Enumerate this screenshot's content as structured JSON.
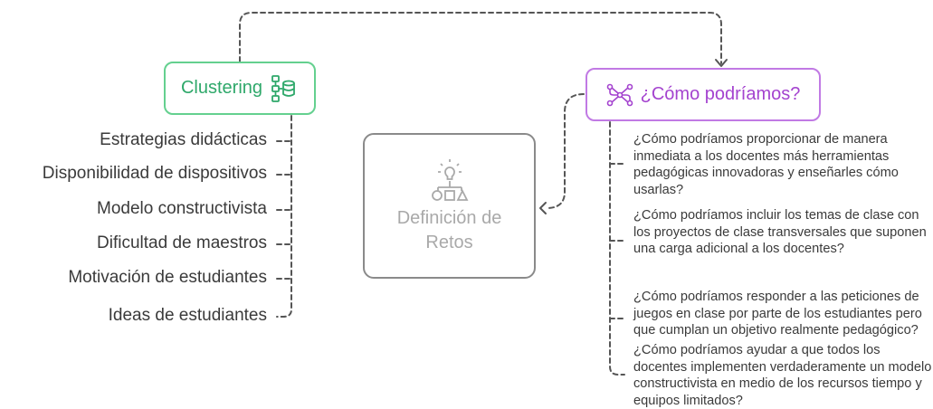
{
  "clustering": {
    "label": "Clustering",
    "icon": "hierarchy-database-icon",
    "color": "#2ea86a",
    "items": [
      "Estrategias didácticas",
      "Disponibilidad de dispositivos",
      "Modelo constructivista",
      "Dificultad de maestros",
      "Motivación de estudiantes",
      "Ideas de estudiantes"
    ]
  },
  "como": {
    "label": "¿Cómo podríamos?",
    "icon": "network-nodes-icon",
    "color": "#a443cf",
    "questions": [
      "¿Cómo podríamos proporcionar de manera inmediata a los docentes más herramientas pedagógicas innovadoras y enseñarles cómo usarlas?",
      "¿Cómo podríamos incluir los temas de clase con los proyectos de clase transversales que suponen una carga adicional a los docentes?",
      "¿Cómo podríamos responder a las peticiones de juegos en clase por parte de los estudiantes pero que cumplan un objetivo realmente pedagógico?",
      "¿Cómo podríamos ayudar a que todos los docentes implementen verdaderamente un modelo constructivista en medio de los recursos tiempo y equipos limitados?"
    ]
  },
  "definicion": {
    "label": "Definición de Retos",
    "icon": "lightbulb-shapes-icon",
    "color": "#a9a9a9"
  }
}
